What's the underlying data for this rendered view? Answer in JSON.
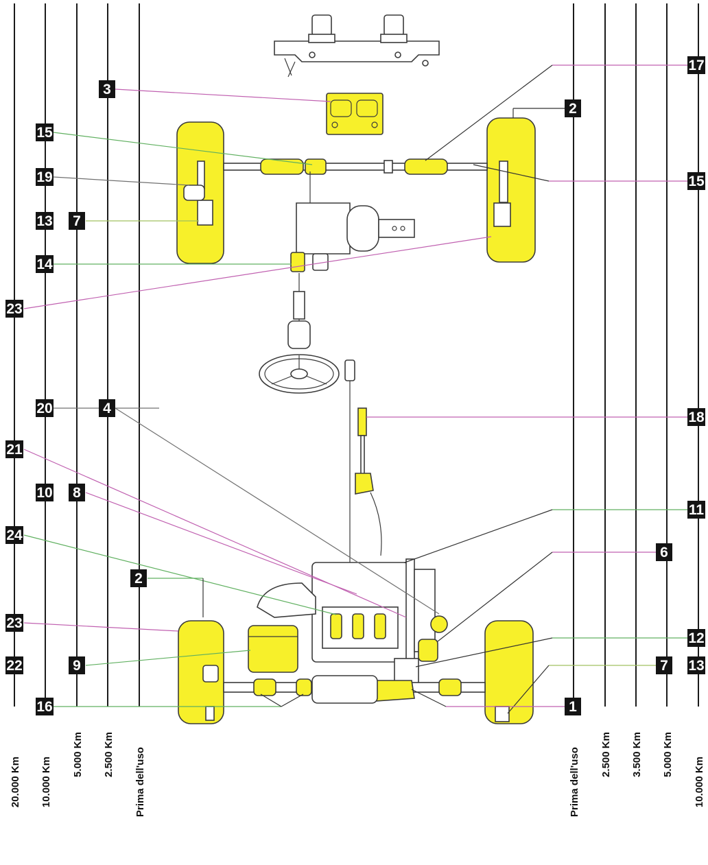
{
  "interval_labels": {
    "left": [
      "20.000  Km",
      "10.000  Km",
      "5.000  Km",
      "2.500  Km",
      "Prima  dell'uso"
    ],
    "right": [
      "Prima  dell'uso",
      "2.500  Km",
      "3.500  Km",
      "5.000  Km",
      "10.000  Km"
    ]
  },
  "badges": {
    "b3": "3",
    "b15_left": "15",
    "b19": "19",
    "b13_left": "13",
    "b7_left": "7",
    "b14": "14",
    "b23_top": "23",
    "b20": "20",
    "b4": "4",
    "b21": "21",
    "b10": "10",
    "b8": "8",
    "b24": "24",
    "b2_left": "2",
    "b23_bottom": "23",
    "b22": "22",
    "b9": "9",
    "b16": "16",
    "b17": "17",
    "b2_right": "2",
    "b15_right": "15",
    "b18": "18",
    "b11": "11",
    "b6": "6",
    "b12": "12",
    "b7_right": "7",
    "b13_right": "13",
    "b1": "1"
  },
  "colors": {
    "highlight": "#f7f02a",
    "badge": "#141414",
    "interval_line": "#1a1a1a"
  }
}
